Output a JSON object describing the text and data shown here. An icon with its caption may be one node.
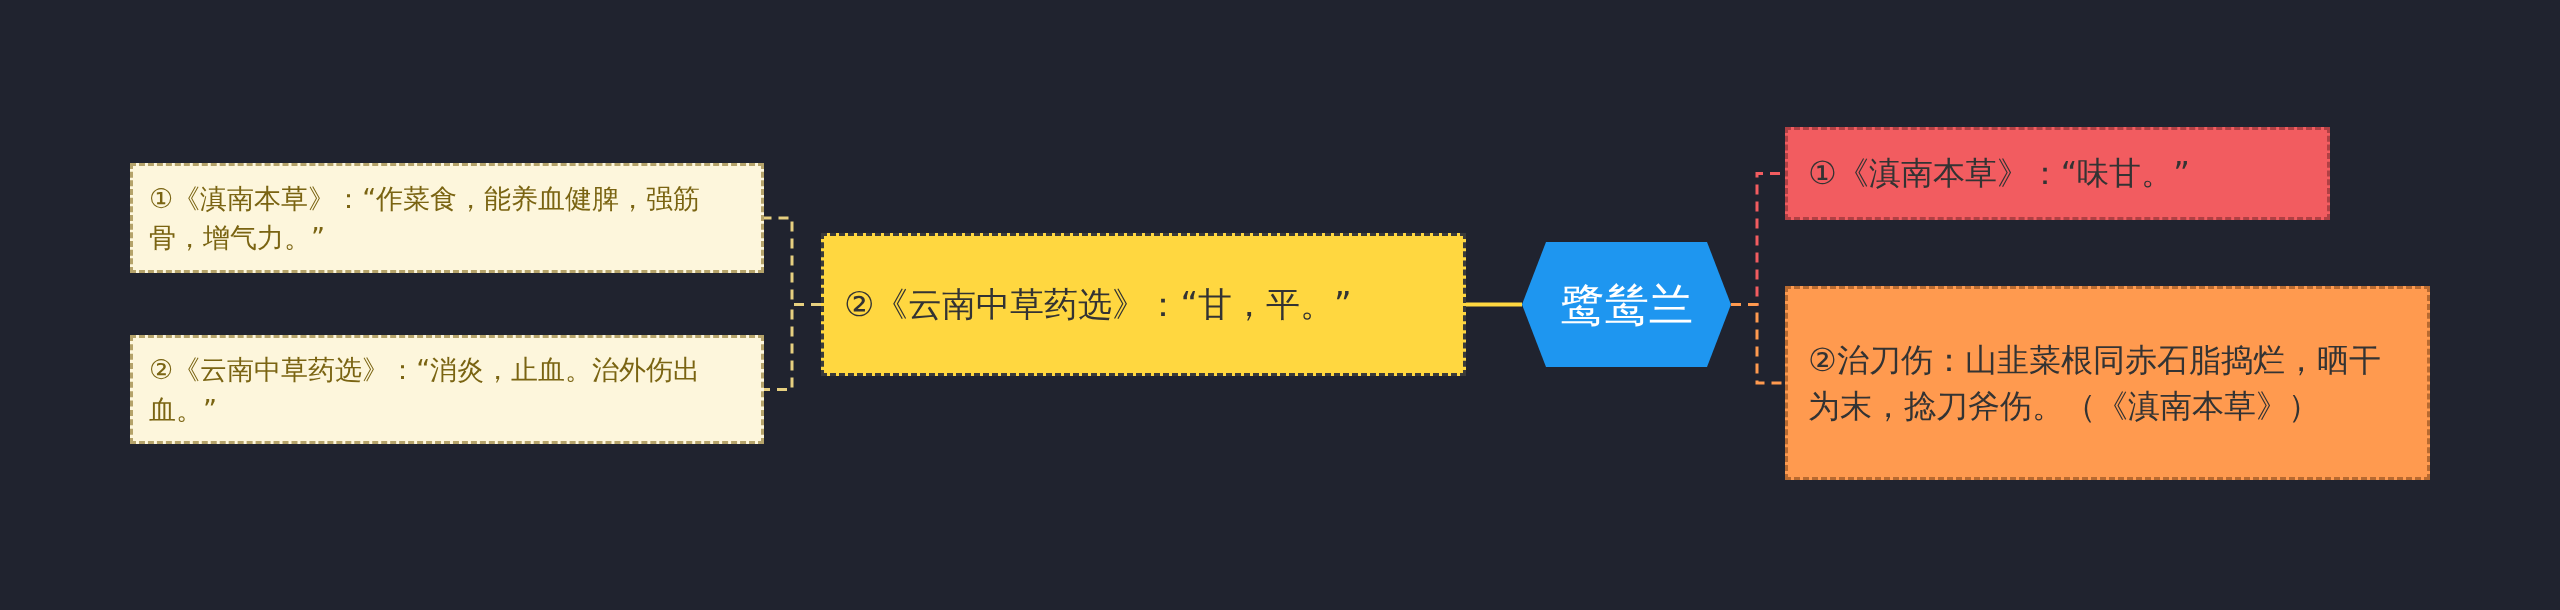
{
  "diagram": {
    "nodes": [
      {
        "text": [
          "鹭鸶兰"
        ]
      },
      {
        "text": [
          "②《云南中草药选》：“甘，平。”"
        ]
      },
      {
        "text": [
          "①《滇南本草》：“作菜食，能养血健脾，强筋骨，增气力。”"
        ]
      },
      {
        "text": [
          "②《云南中草药选》：“消炎，止血。治外伤出血。”"
        ]
      },
      {
        "text": [
          "①《滇南本草》：“味甘。”"
        ]
      },
      {
        "text": [
          "②治刀伤：山韭菜根同赤石脂捣烂，晒干为末，捻刀斧伤。（《滇南本草》）"
        ]
      }
    ],
    "edges": [
      {
        "from": 0,
        "to": 1,
        "arrow": "none",
        "color": "#ffd740"
      },
      {
        "from": 1,
        "to": 2,
        "arrow": "none",
        "style": "dashed",
        "color": "#e6cf80"
      },
      {
        "from": 1,
        "to": 3,
        "arrow": "none",
        "style": "dashed",
        "color": "#e6cf80"
      },
      {
        "from": 0,
        "to": 4,
        "arrow": "none",
        "style": "dashed",
        "color": "#f25c60"
      },
      {
        "from": 0,
        "to": 5,
        "arrow": "none",
        "style": "dashed",
        "color": "#ff9a4f"
      }
    ]
  }
}
